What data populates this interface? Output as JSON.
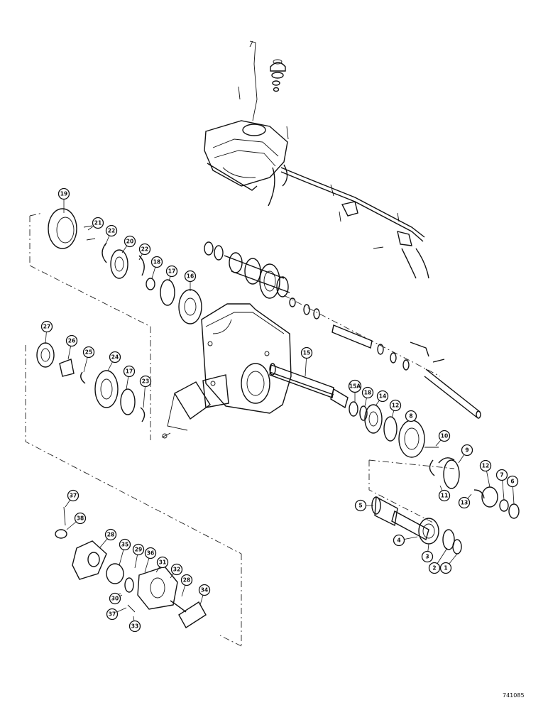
{
  "figure": {
    "document_id": "741085",
    "callouts": [
      "1",
      "2",
      "3",
      "4",
      "5",
      "6",
      "7",
      "8",
      "9",
      "10",
      "11",
      "12",
      "13",
      "14",
      "15",
      "15A",
      "16",
      "17",
      "18",
      "19",
      "20",
      "21",
      "22",
      "23",
      "24",
      "25",
      "26",
      "27",
      "28",
      "29",
      "30",
      "31",
      "32",
      "33",
      "34",
      "35",
      "36",
      "37",
      "38"
    ]
  },
  "callout_items": [
    {
      "label": "19"
    },
    {
      "label": "21"
    },
    {
      "label": "22"
    },
    {
      "label": "20"
    },
    {
      "label": "22"
    },
    {
      "label": "18"
    },
    {
      "label": "17"
    },
    {
      "label": "16"
    },
    {
      "label": "27"
    },
    {
      "label": "26"
    },
    {
      "label": "25"
    },
    {
      "label": "24"
    },
    {
      "label": "17"
    },
    {
      "label": "23"
    },
    {
      "label": "15"
    },
    {
      "label": "15A"
    },
    {
      "label": "18"
    },
    {
      "label": "14"
    },
    {
      "label": "12"
    },
    {
      "label": "8"
    },
    {
      "label": "10"
    },
    {
      "label": "9"
    },
    {
      "label": "12"
    },
    {
      "label": "7"
    },
    {
      "label": "6"
    },
    {
      "label": "11"
    },
    {
      "label": "13"
    },
    {
      "label": "5"
    },
    {
      "label": "4"
    },
    {
      "label": "3"
    },
    {
      "label": "2"
    },
    {
      "label": "1"
    },
    {
      "label": "37"
    },
    {
      "label": "38"
    },
    {
      "label": "28"
    },
    {
      "label": "35"
    },
    {
      "label": "29"
    },
    {
      "label": "36"
    },
    {
      "label": "31"
    },
    {
      "label": "32"
    },
    {
      "label": "28"
    },
    {
      "label": "34"
    },
    {
      "label": "30"
    },
    {
      "label": "37"
    },
    {
      "label": "33"
    }
  ]
}
